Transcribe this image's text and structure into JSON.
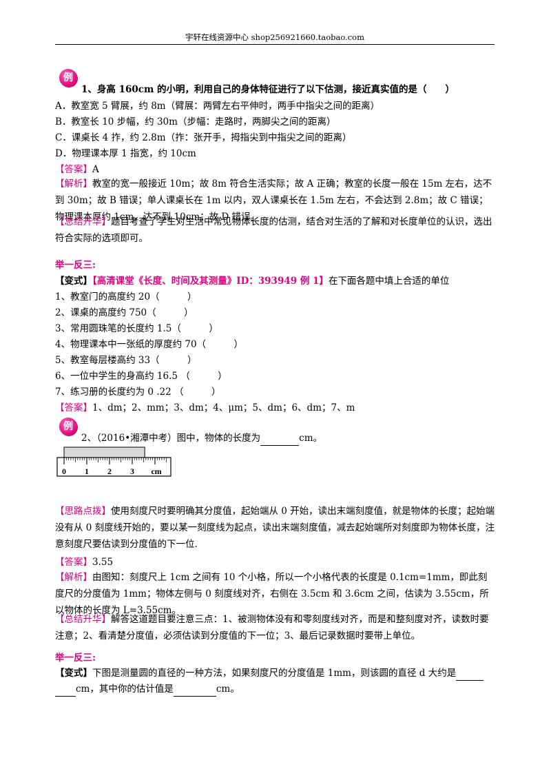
{
  "header": {
    "text": "宇轩在线资源中心   shop256921660.taobao.com"
  },
  "badge_text": "例",
  "ex1": {
    "question": "1、身高 160cm 的小明，利用自己的身体特征进行了以下估测，接近真实值的是（　　）",
    "options": [
      "A．教室宽 5 臂展，约 8m（臂展：两臂左右平伸时，两手中指尖之间的距离）",
      "B．教室长 10 步幅，约 30m（步幅：走路时，两脚尖之间的距离）",
      "C．课桌长 4 拃，约 2.8m（拃：张开手，拇指尖到中指尖之间的距离）",
      "D．物理课本厚 1 指宽，约 10cm"
    ],
    "answer_tag": "【答案】",
    "answer": "A",
    "analysis_tag": "【解析】",
    "analysis": "教室的宽一般接近 10m；故 8m 符合生活实际；故 A 正确；教室的长度一般在 15m 左右，达不到 30m；故 B 错误；单人课桌长在 1m 以内，双人课桌长在 1.5m 左右，不会达到 2.8m；故 C 错误；物理课本厚约 1cm，达不到 10cm；故 D 错误。",
    "summary_tag": "【总结升华】",
    "summary": "题目考查了学生对生活中常见物体长度的估测，结合对生活的了解和对长度单位的认识，选出符合实际的选项即可。"
  },
  "practice1": {
    "heading": "举一反三:",
    "variant_tag": "【变式】",
    "variant_ref": "【高清课堂《长度、时间及其测量》ID：393949 例 1】",
    "variant_text": "在下面各题中填上合适的单位",
    "items": [
      "1、教室门的高度约 20（　　　）",
      "2、课桌的高度约 750（　　　）",
      "3、常用圆珠笔的长度约 1.5（　　　）",
      "4、物理课本中一张纸的厚度约 70（　　　）",
      "5、教室每层楼高约 33（　　　）",
      "6、一位中学生的身高约 16.5 （　　　）",
      "7、练习册的长度约为 0 .22 （　　　）"
    ],
    "answer_tag": "【答案】",
    "answer": "1、dm；2、mm；3、dm；4、μm；5、dm；6、dm；7、m"
  },
  "ex2": {
    "question_before": "2、（2016•湘潭中考）图中，物体的长度为",
    "question_after": "cm。",
    "ruler": {
      "ticks": [
        "0",
        "1",
        "2",
        "3"
      ],
      "unit": "cm",
      "object_length_cm": 3.55
    },
    "hint_tag": "【思路点拨】",
    "hint": "使用刻度尺时要明确其分度值，起始端从 0 开始，读出末端刻度值，就是物体的长度；起始端没有从 0 刻度线开始的，要以某一刻度线为起点，读出末端刻度值，减去起始端所对刻度即为物体长度，注意刻度尺要估读到分度值的下一位.",
    "answer_tag": "【答案】",
    "answer": "3.55",
    "analysis_tag": "【解析】",
    "analysis": "由图知：刻度尺上 1cm 之间有 10 个小格，所以一个小格代表的长度是 0.1cm=1mm，即此刻度尺的分度值为 1mm；物体左侧与 0 刻度线对齐，右侧在 3.5cm 和 3.6cm 之间，估读为 3.55cm，所以物体的长度为 L=3.55cm。",
    "summary_tag": "【总结升华】",
    "summary": "解答这道题目要注意三点：1、被测物体没有和零刻度线对齐，而是和整刻度对齐，读数时要注意；2、看清楚分度值，必须估读到分度值的下一位；3、最后记录数据时要带上单位。"
  },
  "practice2": {
    "heading": "举一反三:",
    "variant_tag": "【变式】",
    "text1": "下图是测量圆的直径的一种方法，如果刻度尺的分度值是 1mm，则该圆的直径 d 大约是",
    "text2": "cm，其中你的估计值是",
    "text3": "cm。"
  }
}
